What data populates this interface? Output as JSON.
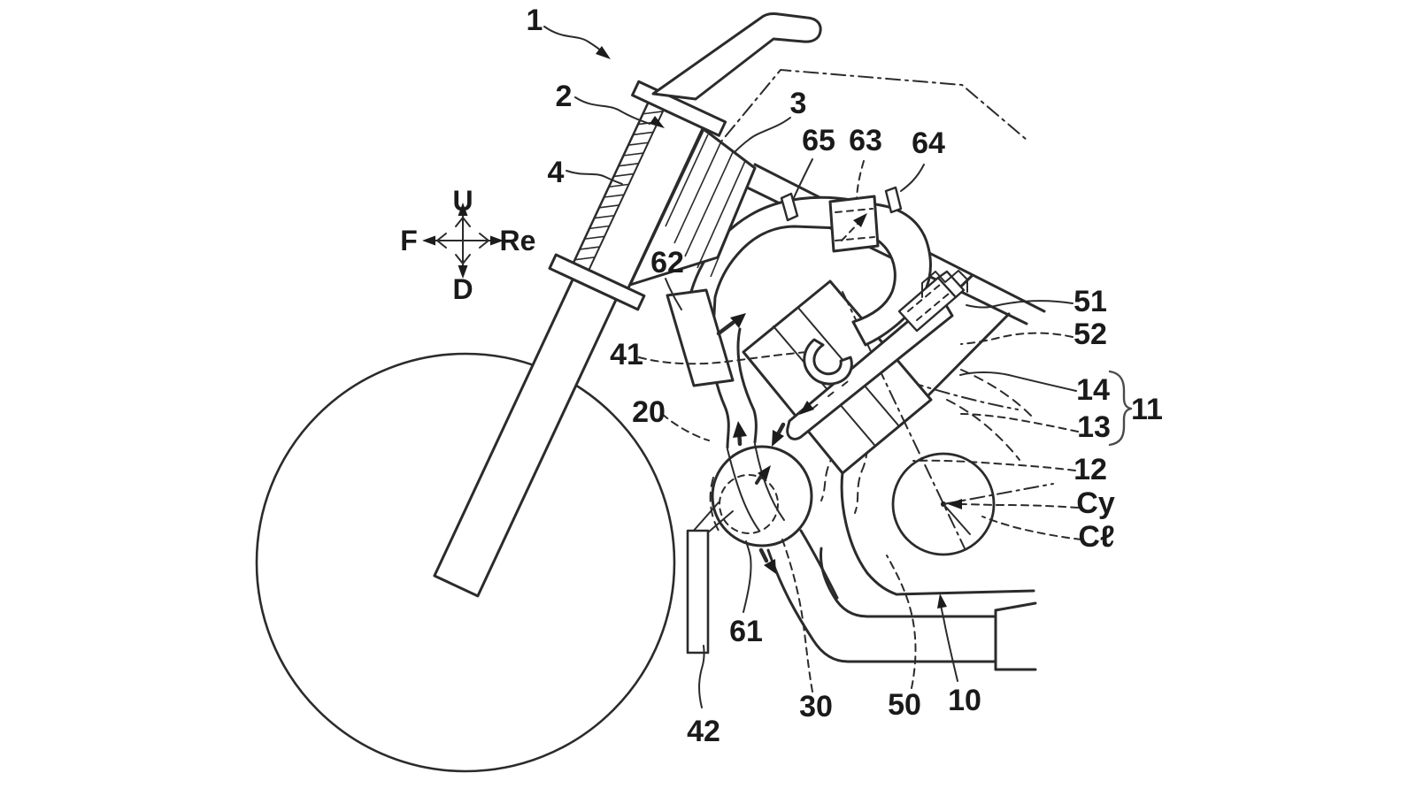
{
  "figure": {
    "colors": {
      "line": "#2b2b2b",
      "background": "#ffffff"
    },
    "compass": {
      "up": "U",
      "down": "D",
      "front": "F",
      "rear": "Re"
    },
    "labels": [
      {
        "ref": "1"
      },
      {
        "ref": "2"
      },
      {
        "ref": "4"
      },
      {
        "ref": "3"
      },
      {
        "ref": "65"
      },
      {
        "ref": "63"
      },
      {
        "ref": "64"
      },
      {
        "ref": "62"
      },
      {
        "ref": "41"
      },
      {
        "ref": "20"
      },
      {
        "ref": "51"
      },
      {
        "ref": "52"
      },
      {
        "ref": "14"
      },
      {
        "ref": "13"
      },
      {
        "ref": "11"
      },
      {
        "ref": "12"
      },
      {
        "ref": "Cy"
      },
      {
        "ref": "Cℓ"
      },
      {
        "ref": "61"
      },
      {
        "ref": "42"
      },
      {
        "ref": "30"
      },
      {
        "ref": "50"
      },
      {
        "ref": "10"
      }
    ]
  }
}
